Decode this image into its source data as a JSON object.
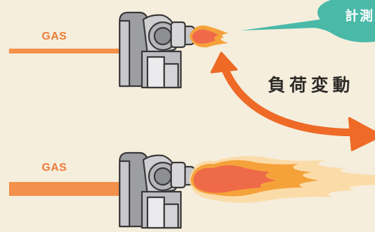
{
  "top_burner": {
    "gas_label": "GAS"
  },
  "bottom_burner": {
    "gas_label": "GAS"
  },
  "callout": {
    "text": "計測"
  },
  "load_change_label": "負荷変動",
  "colors": {
    "background": "#f5eedd",
    "pipe": "#f3904b",
    "gas_text": "#ee7a36",
    "callout": "#4ab9a8",
    "arrow": "#ee6a26",
    "flame_small": "#f06a4a",
    "flame_large": "#f5a23a"
  }
}
